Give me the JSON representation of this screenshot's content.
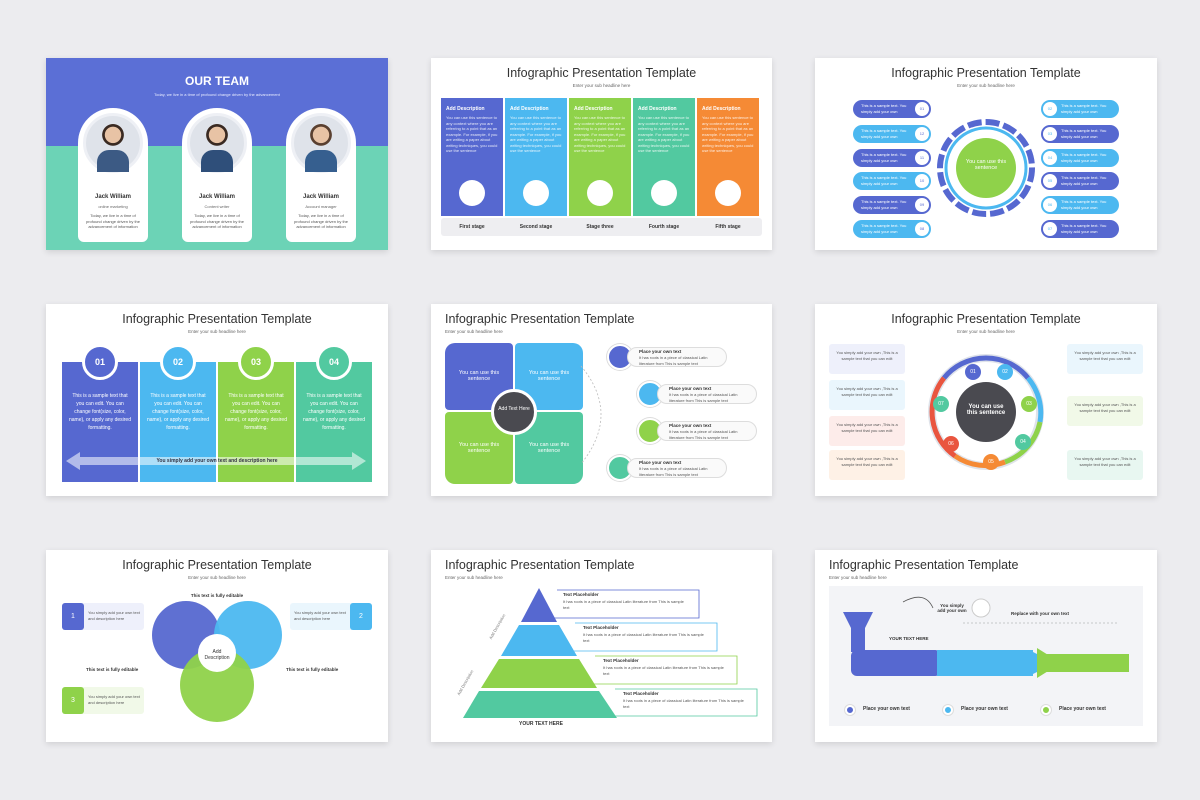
{
  "common": {
    "title": "Infographic Presentation Template",
    "subtitle": "Enter your sub headline here"
  },
  "slide1": {
    "title": "OUR TEAM",
    "subtitle": "Today, we live in a time of profound change driven by the advancement",
    "members": [
      {
        "name": "Jack William",
        "role": "online marketing",
        "desc": "Today, we live in a time of profound change driven by the advancement of information"
      },
      {
        "name": "Jack William",
        "role": "Content writer",
        "desc": "Today, we live in a time of profound change driven by the advancement of information"
      },
      {
        "name": "Jack William",
        "role": "Account manager",
        "desc": "Today, we live in a time of profound change driven by the advancement of information"
      }
    ],
    "colors": {
      "top": "#5b6fd6",
      "bottom": "#6cd3b6"
    }
  },
  "slide2": {
    "columns": [
      {
        "heading": "Add Description",
        "stage": "First stage",
        "color": "#5668d0"
      },
      {
        "heading": "Add Description",
        "stage": "Second stage",
        "color": "#4cb8f0"
      },
      {
        "heading": "Add Description",
        "stage": "Stage three",
        "color": "#8fd24a"
      },
      {
        "heading": "Add Description",
        "stage": "Fourth stage",
        "color": "#52c9a0"
      },
      {
        "heading": "Add Description",
        "stage": "Fifth stage",
        "color": "#f58a35"
      }
    ],
    "body": "You can use this sentence to any context where you are referring to a point that as an example. For example, if you are writing a paper about writing techniques, you could use the sentence"
  },
  "slide3": {
    "center": "You can use this sentence",
    "left_pill": "This is a sample text. You simply add your own",
    "right_pill": "This is a sample text. You simply add your own",
    "left_numbers": [
      "01",
      "12",
      "11",
      "10",
      "09",
      "08"
    ],
    "right_numbers": [
      "02",
      "03",
      "04",
      "05",
      "06",
      "07"
    ]
  },
  "slide4": {
    "numbers": [
      "01",
      "02",
      "03",
      "04"
    ],
    "body": "This is a sample text that you can edit. You can change font(size, color, name), or apply any desired formatting.",
    "arrow_text": "You simply add your own text and description here",
    "colors": [
      "#5668d0",
      "#4cb8f0",
      "#8fd24a",
      "#52c9a0"
    ]
  },
  "slide5": {
    "quadrant_text": "You can use this sentence",
    "center": "Add Text Here",
    "item_title": "Place your own text",
    "item_body": "It has roots in a piece of classical Latin literature from This is sample text"
  },
  "slide6": {
    "center": "You can use this sentence",
    "box_text": "You simply add your own ,This is a sample text that you can edit",
    "numbers": [
      "01",
      "02",
      "03",
      "04",
      "05",
      "06",
      "07"
    ]
  },
  "slide7": {
    "top_label": "This text is fully editable",
    "center": "Add Description",
    "left_label": "This text is fully editable",
    "right_label": "This text is fully editable",
    "box_text": "You simply add your own text and description here",
    "box_numbers": [
      "1",
      "2",
      "3"
    ]
  },
  "slide8": {
    "placeholder_title": "Text Placeholder",
    "placeholder_body": "It has roots in a piece of classical Latin literature from This is sample text",
    "bottom": "YOUR TEXT HERE",
    "side_a": "Add Description",
    "side_b": "Add Description"
  },
  "slide9": {
    "funnel_label": "YOUR TEXT HERE",
    "callout": "You simply add your own",
    "replace": "Replace with your own text",
    "legend": [
      "Place your own text",
      "Place your own text",
      "Place your own text"
    ]
  }
}
